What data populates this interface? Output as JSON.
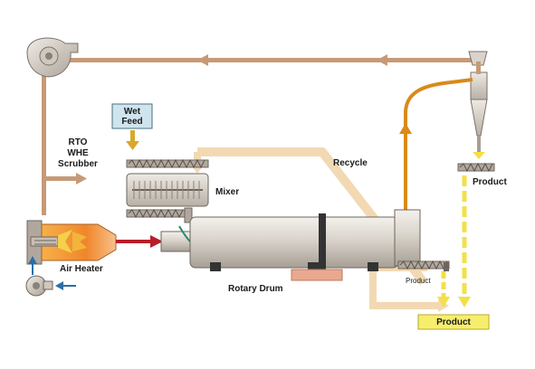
{
  "labels": {
    "wet_feed_line1": "Wet",
    "wet_feed_line2": "Feed",
    "rto_line1": "RTO",
    "rto_line2": "WHE",
    "rto_line3": "Scrubber",
    "recycle": "Recycle",
    "mixer": "Mixer",
    "product_right": "Product",
    "product_small": "Product",
    "product_box": "Product",
    "air_heater": "Air Heater",
    "rotary_drum": "Rotary Drum"
  },
  "colors": {
    "duct": "#c69a77",
    "hot_gas_duct": "#d98a1a",
    "recycle_solids": "#f2d9b3",
    "product_yellow": "#f2e04a",
    "product_box_fill": "#f7ee6e",
    "wet_feed_box": "#cfe4ee",
    "air_arrow": "#2a6fa8",
    "hot_gas_arrow": "#b81e2a",
    "drum_body": "#d9d3cb",
    "drum_ring": "#333333",
    "burner_flame": "#f0862a"
  },
  "icons": [
    "fan-icon",
    "cyclone-icon",
    "screw-conveyor-icon",
    "burner-icon"
  ]
}
